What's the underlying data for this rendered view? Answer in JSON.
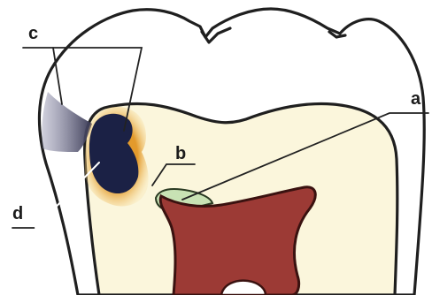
{
  "diagram": {
    "labels": {
      "a": "a",
      "b": "b",
      "c": "c",
      "d": "d"
    },
    "colors": {
      "enamel": "#ffffff",
      "dentin": "#fbf6dc",
      "pulp": "#9c3a35",
      "pulp_outline": "#3a1210",
      "reparative_dentin": "#c8e2b4",
      "caries_dark": "#1b2145",
      "caries_halo": "#e39a2c",
      "enamel_defect": "#5a5a78",
      "outline": "#1f1f1f"
    }
  }
}
